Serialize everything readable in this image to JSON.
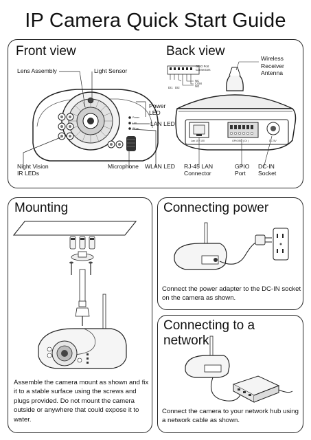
{
  "title": "IP Camera Quick Start Guide",
  "front": {
    "heading": "Front view",
    "labels": {
      "lens_assembly": "Lens Assembly",
      "light_sensor": "Light Sensor",
      "power_led": "Power\nLED",
      "lan_led": "LAN LED",
      "night_vision": "Night Vision\nIR LEDs",
      "microphone": "Microphone",
      "wlan_led": "WLAN LED"
    },
    "led_text": {
      "power": "Power",
      "lan": "Lan",
      "wlan": "WLan"
    }
  },
  "back": {
    "heading": "Back view",
    "labels": {
      "wireless": "Wireless\nReceiver\nAntenna",
      "rj45": "RJ-45 LAN\nConnector",
      "gpio": "GPIO\nPort",
      "dcin": "DC-IN\nSocket"
    },
    "gpio_diagram": {
      "title": "GPIO Port\nConnectors",
      "di1": "DI1",
      "di2": "DI2",
      "nc": "NC",
      "com": "COM",
      "no": "NO"
    },
    "device_text": {
      "lan": "Lan 10 / 100",
      "gpio": "GPIO/ED ( DI )",
      "dc": "DC 5V"
    }
  },
  "mounting": {
    "heading": "Mounting",
    "caption": "Assemble the camera mount as shown and fix it to a stable surface using the screws and plugs provided.  Do not mount the camera outside or anywhere that could expose it to water."
  },
  "power": {
    "heading": "Connecting power",
    "caption": "Connect the power adapter to the DC-IN socket on the camera as shown."
  },
  "network": {
    "heading": "Connecting to a network",
    "caption": "Connect the camera to your network hub using a network cable as shown."
  }
}
